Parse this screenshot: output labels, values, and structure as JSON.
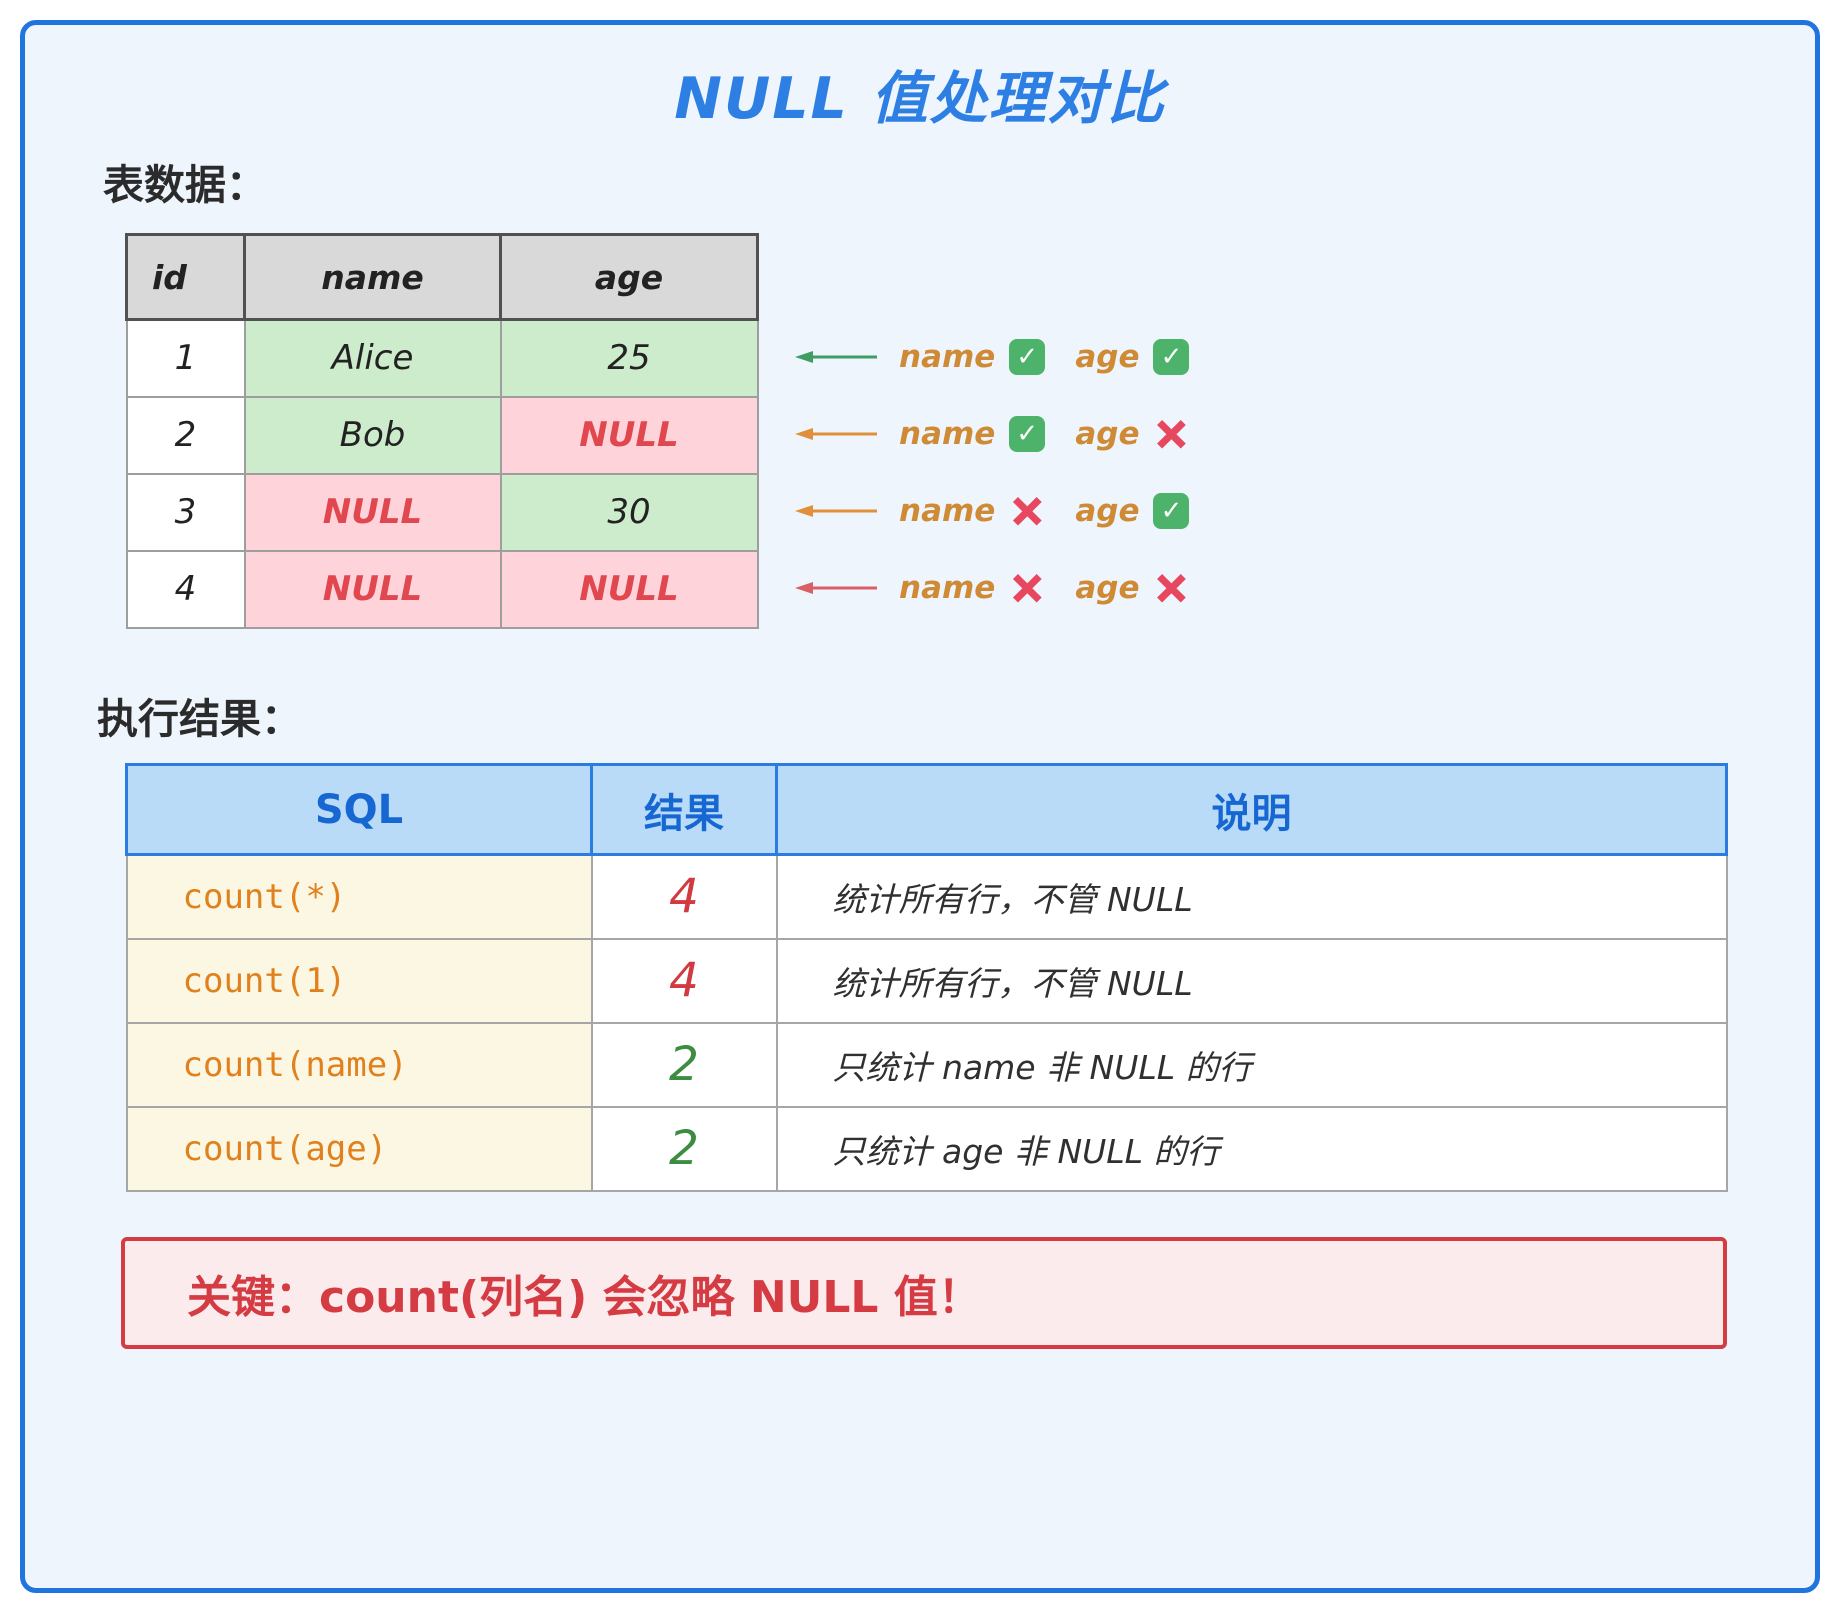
{
  "title": "NULL 值处理对比",
  "table_data": {
    "label": "表数据：",
    "headers": [
      "id",
      "name",
      "age"
    ],
    "rows": [
      {
        "id": "1",
        "name": "Alice",
        "age": "25"
      },
      {
        "id": "2",
        "name": "Bob",
        "age": "NULL"
      },
      {
        "id": "3",
        "name": "NULL",
        "age": "30"
      },
      {
        "id": "4",
        "name": "NULL",
        "age": "NULL"
      }
    ]
  },
  "annotations": {
    "name_label": "name",
    "age_label": "age",
    "rows": [
      {
        "arrow_color": "#3f9d63",
        "name_status": "check",
        "age_status": "check"
      },
      {
        "arrow_color": "#e08f3a",
        "name_status": "check",
        "age_status": "cross"
      },
      {
        "arrow_color": "#e08f3a",
        "name_status": "cross",
        "age_status": "check"
      },
      {
        "arrow_color": "#d95f66",
        "name_status": "cross",
        "age_status": "cross"
      }
    ]
  },
  "icons": {
    "check": "✓",
    "cross": "×",
    "arrow": "left-arrow"
  },
  "results": {
    "label": "执行结果：",
    "headers": [
      "SQL",
      "结果",
      "说明"
    ],
    "rows": [
      {
        "sql": "count(*)",
        "result": "4",
        "result_color": "#d03a40",
        "desc": "统计所有行，不管 NULL"
      },
      {
        "sql": "count(1)",
        "result": "4",
        "result_color": "#d03a40",
        "desc": "统计所有行，不管 NULL"
      },
      {
        "sql": "count(name)",
        "result": "2",
        "result_color": "#3c8d42",
        "desc": "只统计 name 非 NULL 的行"
      },
      {
        "sql": "count(age)",
        "result": "2",
        "result_color": "#3c8d42",
        "desc": "只统计 age 非 NULL 的行"
      }
    ]
  },
  "key_note": "关键：count(列名) 会忽略 NULL 值！",
  "colors": {
    "frame_border": "#1f74e0",
    "title": "#2e7fe4",
    "table_header_bg": "#d9d9d9",
    "green_cell": "#cdeccb",
    "pink_cell": "#ffd3da",
    "null_text": "#e0474e",
    "annotation_label": "#cf8a35",
    "check_bg": "#4db36a",
    "cross_red": "#e8485f",
    "results_header_bg": "#b9dbf8",
    "results_header_text": "#1667d2",
    "sql_bg": "#fcf7e2",
    "sql_text": "#e0811e",
    "note_bg": "#fcebec",
    "note_red": "#d43b42"
  }
}
